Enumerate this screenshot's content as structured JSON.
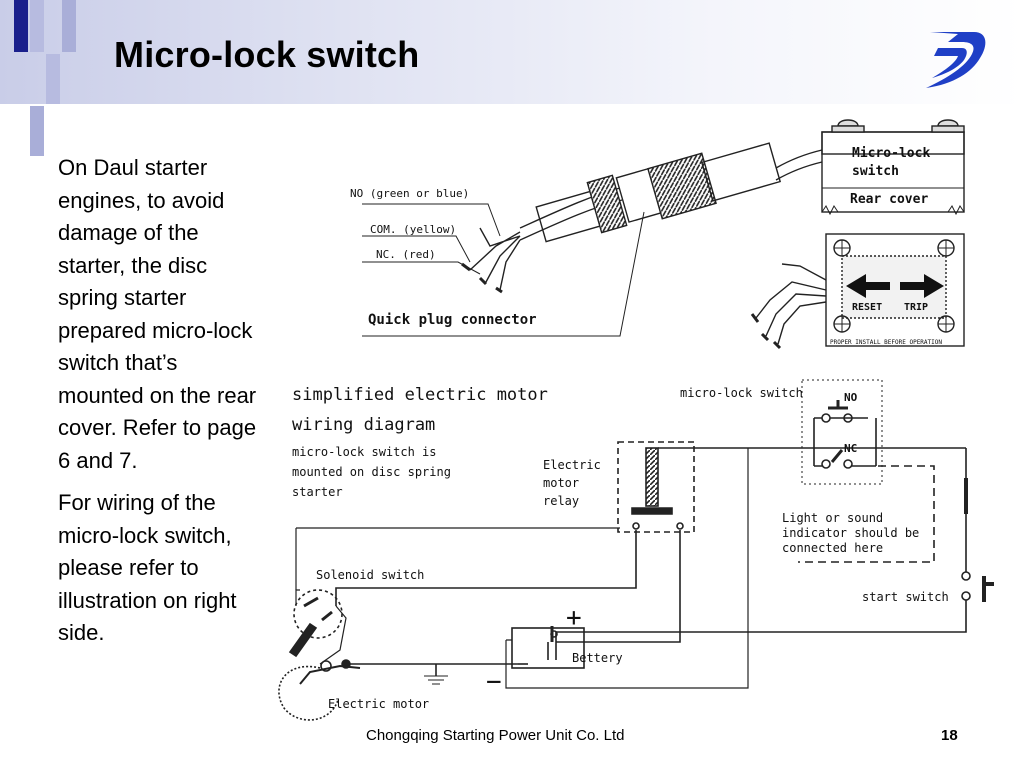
{
  "slide": {
    "title": "Micro-lock switch",
    "body_paragraphs": [
      "On Daul starter engines, to avoid damage of the starter, the disc spring starter prepared micro-lock switch that’s mounted on the rear cover. Refer to page 6 and 7.",
      "For wiring of the micro-lock switch, please refer to illustration on right side."
    ],
    "footer": {
      "company": "Chongqing Starting Power Unit Co. Ltd",
      "page_number": "18"
    }
  },
  "figure_connector": {
    "wire_labels": {
      "no": "NO (green or blue)",
      "com": "COM. (yellow)",
      "nc": "NC. (red)"
    },
    "connector_label": "Quick plug connector",
    "switch_box": {
      "title_line1": "Micro-lock",
      "title_line2": "switch",
      "rear_cover": "Rear cover"
    },
    "front_panel": {
      "reset": "RESET",
      "trip": "TRIP",
      "note": "PROPER INSTALL BEFORE OPERATION"
    }
  },
  "figure_wiring": {
    "title_line1": "simplified electric motor",
    "title_line2": "wiring diagram",
    "note_line1": "micro-lock switch is",
    "note_line2": "mounted on disc spring",
    "note_line3": "starter",
    "micro_lock_label": "micro-lock switch",
    "no_label": "NO",
    "nc_label": "NC",
    "relay_line1": "Electric",
    "relay_line2": "motor",
    "relay_line3": "relay",
    "indicator_line1": "Light or sound",
    "indicator_line2": "indicator should be",
    "indicator_line3": "connected here",
    "start_switch": "start switch",
    "solenoid_switch": "Solenoid switch",
    "battery": "Bettery",
    "plus": "+",
    "minus": "−",
    "electric_motor": "Electric motor"
  },
  "colors": {
    "title": "#000000",
    "logo_blue": "#1f3fc6",
    "deco_dark": "#1a1f8c",
    "deco_light": "#a9aed8",
    "header_band": "#c9cde8"
  }
}
